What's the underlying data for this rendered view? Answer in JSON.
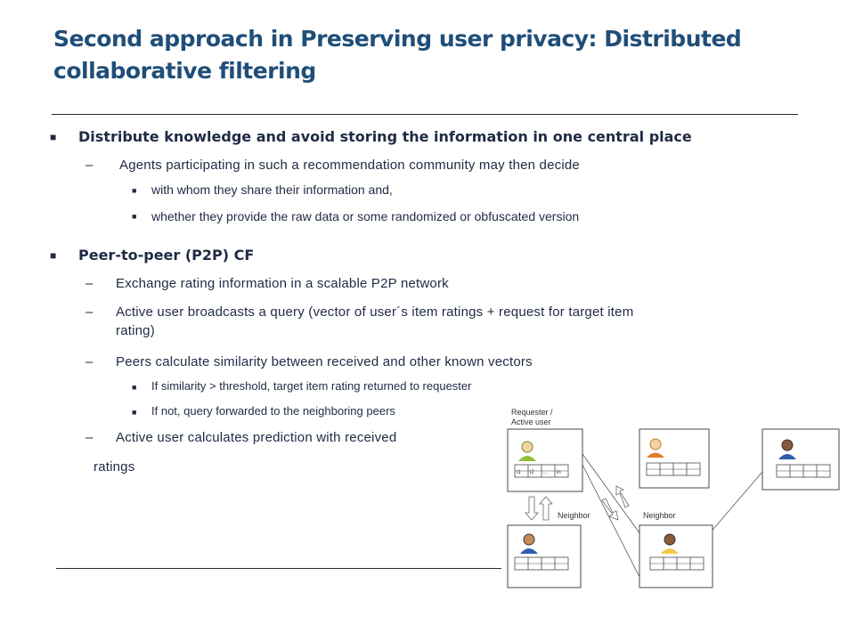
{
  "slide": {
    "title": "Second approach in Preserving user privacy: Distributed collaborative filtering"
  },
  "bullets": [
    {
      "marker": "■",
      "text": "Distribute knowledge and avoid storing the information in one central place"
    },
    {
      "marker": "–",
      "text": "Agents participating in such a recommendation community may then decide"
    },
    {
      "marker": "■",
      "text": "with whom they share their information and,"
    },
    {
      "marker": "■",
      "text": "whether they provide the raw data or some randomized or obfuscated version"
    },
    {
      "marker": "■",
      "text": "Peer-to-peer (P2P) CF"
    },
    {
      "marker": "–",
      "text": "Exchange rating information in a scalable P2P network"
    },
    {
      "marker": "–",
      "text": "Active user broadcasts a query (vector of user´s item ratings + request for target item"
    },
    {
      "text": "rating)"
    },
    {
      "marker": "–",
      "text": "Peers calculate similarity between received and other known vectors"
    },
    {
      "marker": "■",
      "text": "If similarity  > threshold, target item rating returned to requester"
    },
    {
      "marker": "■",
      "text": "If not, query forwarded to the neighboring peers"
    },
    {
      "marker": "–",
      "text": "Active user calculates prediction with received"
    },
    {
      "text": "ratings"
    }
  ],
  "diagram": {
    "requester_label_1": "Requester /",
    "requester_label_2": "Active user",
    "neighbor_label_1": "Neighbor",
    "neighbor_label_2": "Neighbor",
    "vector_cells": [
      "i1",
      "i2",
      "...",
      "in"
    ],
    "colors": {
      "box_border": "#4a4a4a",
      "user_green": "#8fbf3a",
      "user_yellow": "#f2c84b",
      "user_blue": "#2d5fa8",
      "user_orange": "#e07b2a"
    }
  }
}
